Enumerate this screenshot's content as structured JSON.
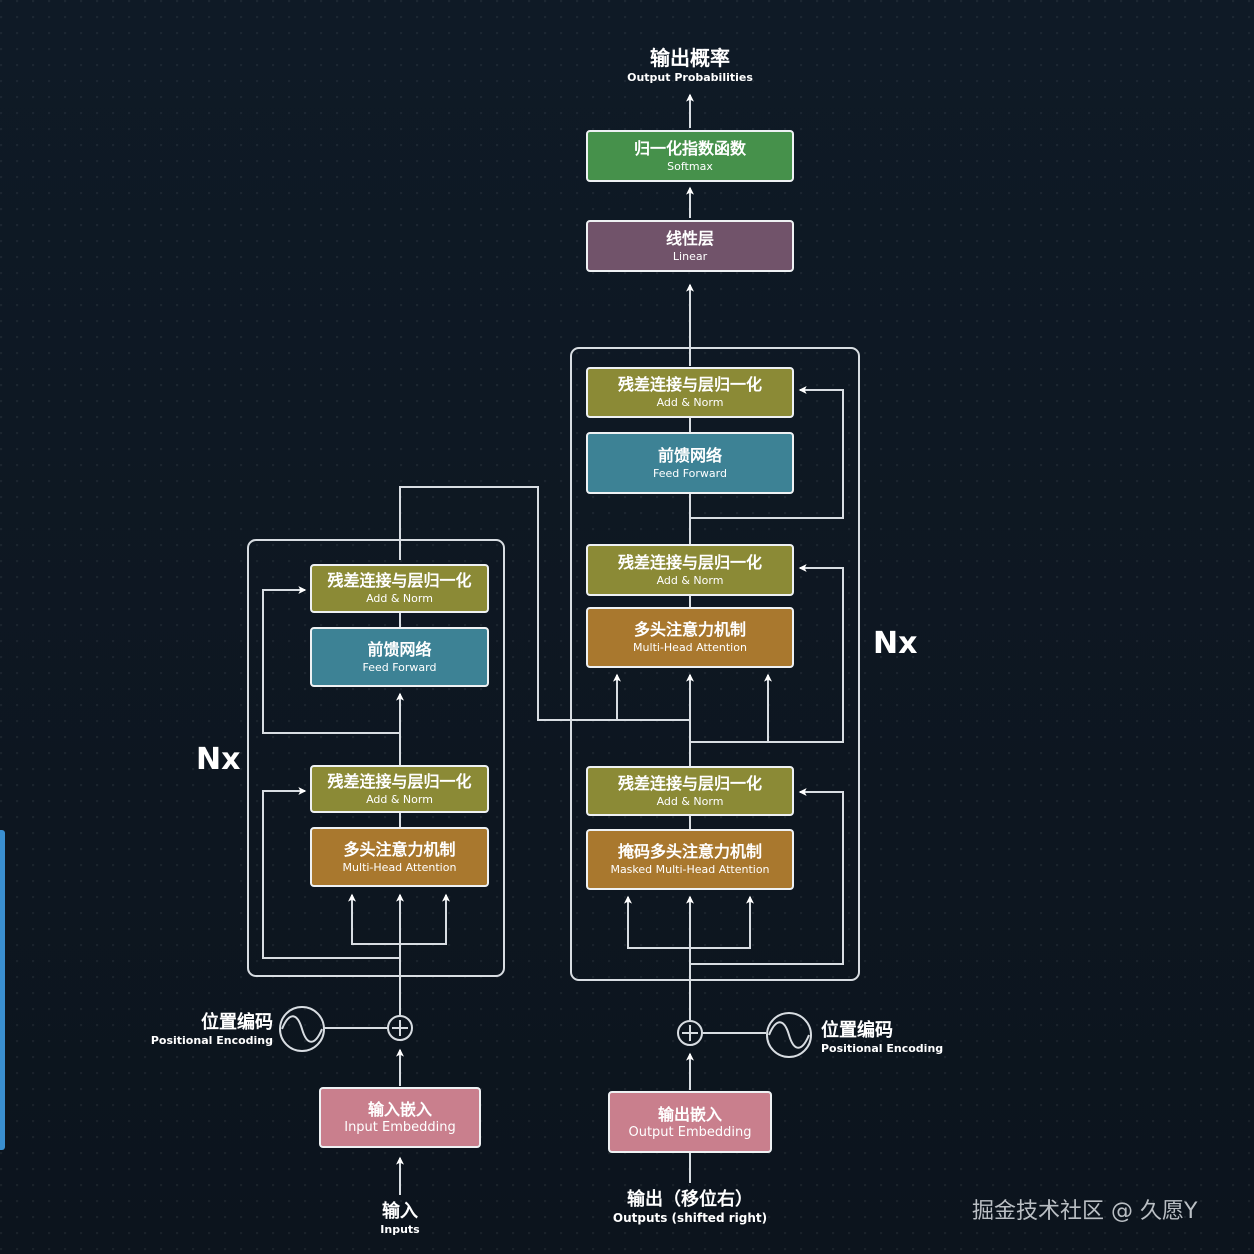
{
  "title": {
    "zh": "输出概率",
    "en": "Output Probabilities"
  },
  "softmax": {
    "zh": "归一化指数函数",
    "en": "Softmax"
  },
  "linear": {
    "zh": "线性层",
    "en": "Linear"
  },
  "encoder": {
    "nx": "Nx",
    "add_norm_top": {
      "zh": "残差连接与层归一化",
      "en": "Add & Norm"
    },
    "feed_forward": {
      "zh": "前馈网络",
      "en": "Feed Forward"
    },
    "add_norm_bottom": {
      "zh": "残差连接与层归一化",
      "en": "Add & Norm"
    },
    "attention": {
      "zh": "多头注意力机制",
      "en": "Multi-Head Attention"
    },
    "positional": {
      "zh": "位置编码",
      "en": "Positional Encoding"
    },
    "embedding": {
      "zh": "输入嵌入",
      "en": "Input Embedding"
    },
    "input": {
      "zh": "输入",
      "en": "Inputs"
    }
  },
  "decoder": {
    "nx": "Nx",
    "add_norm_top": {
      "zh": "残差连接与层归一化",
      "en": "Add & Norm"
    },
    "feed_forward": {
      "zh": "前馈网络",
      "en": "Feed Forward"
    },
    "add_norm_mid": {
      "zh": "残差连接与层归一化",
      "en": "Add & Norm"
    },
    "attention": {
      "zh": "多头注意力机制",
      "en": "Multi-Head Attention"
    },
    "add_norm_bottom": {
      "zh": "残差连接与层归一化",
      "en": "Add & Norm"
    },
    "masked_attention": {
      "zh": "掩码多头注意力机制",
      "en": "Masked Multi-Head Attention"
    },
    "positional": {
      "zh": "位置编码",
      "en": "Positional Encoding"
    },
    "embedding": {
      "zh": "输出嵌入",
      "en": "Output Embedding"
    },
    "output": {
      "zh": "输出（移位右）",
      "en": "Outputs (shifted right)"
    }
  },
  "watermark": "掘金技术社区 @ 久愿Y",
  "colors": {
    "softmax": "#46914b",
    "linear": "#71536a",
    "add_norm": "#8b8a36",
    "feed_forward": "#3d8295",
    "attention": "#a9782e",
    "embedding": "#c97f8d",
    "background": "#0e1620"
  }
}
